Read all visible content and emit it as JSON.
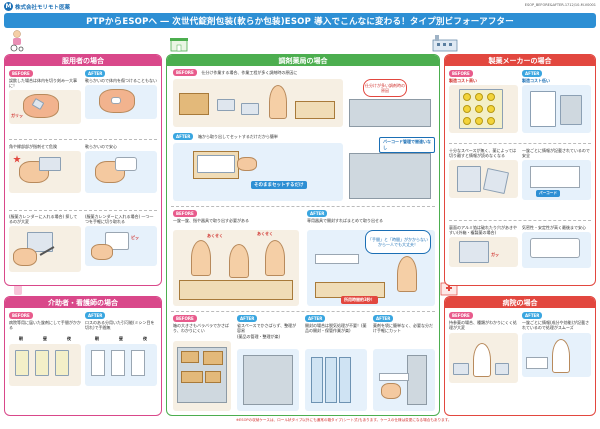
{
  "header": {
    "logo_mark": "M",
    "company": "株式会社モリモト医薬",
    "doc_code": "ESOP_BEFORE&AFTER-1712/10-M-V0001",
    "title": "PTPからESOPへ ― 次世代錠剤包装(軟らか包装)ESOP 導入でこんなに変わる！タイプ別ビフォーアフター"
  },
  "labels": {
    "before": "BEFORE",
    "after": "AFTER"
  },
  "care": {
    "title": "服用者の場合",
    "b1": "誤飲した場合は体内を切り刻み一大事に！",
    "a1": "軟らかいので体内を傷つけることもない",
    "b2": "角や縁部部が指刺せて危険",
    "a2": "軟らかいので安心",
    "b3": "(服薬カレンダーに入れる場合) 探してるのが大変",
    "a3": "(服薬カレンダーに入れる場合) 一つ一つを手軽に切り取れる",
    "sfx1": "ガリッ",
    "sfx2": "ピッ"
  },
  "pharm": {
    "title": "調剤薬局の場合",
    "b1": "仕分け作業する場合、作業工程が多く調剤時の原因に",
    "b1_bubble": "仕分けが多い調剤時の原因",
    "a1": "箱から取り出してセットするだけだから簡単",
    "a1_callout": "バーコード管理で間違いなし",
    "a1_banner": "そのままセットするだけ",
    "b2": "一錠一錠、指や器具で取り出す必要がある",
    "sfx_b2a": "あくせく",
    "sfx_b2b": "あくせく",
    "a2": "専用器具で開封すればまとめて取り出せる",
    "a2_bubble": "「手間」と「時間」がかからないから一人でも大丈夫！",
    "a2_time": "所用時間約3秒！",
    "b3": "箱の大きさもバラバラでかさばり、わかりにくい",
    "a3": "省スペースでかさばらず、整理が容易",
    "a3_note": "(薬品の管理・整理が楽)",
    "a4": "開封の場合は脱気処理が不要！(薬品の開封・保管作業が楽)",
    "a5": "薬剤を袋に簡単なく、必要な分だけ手軽にカット"
  },
  "maker": {
    "title": "製薬メーカーの場合",
    "b1": "製造コスト高い",
    "a1": "製造コスト低い",
    "b2": "十分なスペースが無く、薬によっては切り離すと情報が読めなくなる",
    "a2": "一錠ごとに情報が記載されているので安全",
    "b3": "裏面のアルミ箔は破れたり穴があきやすい(外箱・複製薬の場合)",
    "a3": "気密性・安定性が高く最後まで安心",
    "callout_b": "パーコード",
    "sfx": "ガッ"
  },
  "nurse": {
    "title": "介助者・看護師の場合",
    "b1": "病院等用に届いた錠剤にして手間がかかる",
    "a1": "ロスのある分用いた引可能(ミシン目を切れ)で手間無",
    "pockets": [
      "朝",
      "昼",
      "夜"
    ]
  },
  "hosp": {
    "title": "病院の場合",
    "b1": "持参薬の場合、種類がわかりにくく処理が大変",
    "a1": "一錠ごとに情報(成分や効能)が記載されているので処理がスムーズ"
  },
  "footer": {
    "note": "※ESOPの収納ケースは、ロール状タイプ以外にも通常の箱タイプ(シート式)もあります。ケースの仕様は変更になる場合もあります。"
  },
  "colors": {
    "banner": "#2d8fd4",
    "care": "#d9488a",
    "pharm": "#4cae4f",
    "maker": "#e2473f",
    "before": "#e85b8c",
    "after": "#3aa6e0"
  }
}
